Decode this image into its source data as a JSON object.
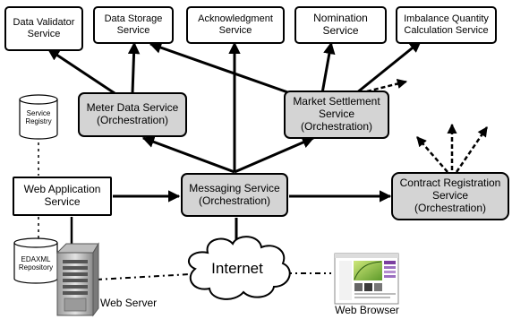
{
  "nodes": {
    "data_validator": {
      "line1": "Data Validator",
      "line2": "Service"
    },
    "data_storage": {
      "line1": "Data Storage",
      "line2": "Service"
    },
    "acknowledgment": {
      "line1": "Acknowledgment",
      "line2": "Service"
    },
    "nomination": {
      "line1": "Nomination",
      "line2": "Service"
    },
    "imbalance": {
      "line1": "Imbalance Quantity",
      "line2": "Calculation Service"
    },
    "meter_data": {
      "line1": "Meter Data Service",
      "line2": "(Orchestration)"
    },
    "market_settlement": {
      "line1": "Market Settlement",
      "line2": "Service",
      "line3": "(Orchestration)"
    },
    "web_app": {
      "line1": "Web Application",
      "line2": "Service"
    },
    "messaging": {
      "line1": "Messaging Service",
      "line2": "(Orchestration)"
    },
    "contract_registration": {
      "line1": "Contract Registration",
      "line2": "Service",
      "line3": "(Orchestration)"
    },
    "service_registry": {
      "line1": "Service",
      "line2": "Registry"
    },
    "edaxml_repository": {
      "line1": "EDAXML",
      "line2": "Repository"
    },
    "internet": {
      "label": "Internet"
    },
    "web_server": {
      "label": "Web Server"
    },
    "web_browser": {
      "label": "Web Browser"
    }
  },
  "colors": {
    "orchestration_fill": "#d4d4d4",
    "service_fill": "#ffffff",
    "stroke": "#000000"
  },
  "icons": [
    "database-icon",
    "server-icon",
    "cloud-icon",
    "browser-screenshot-icon"
  ]
}
